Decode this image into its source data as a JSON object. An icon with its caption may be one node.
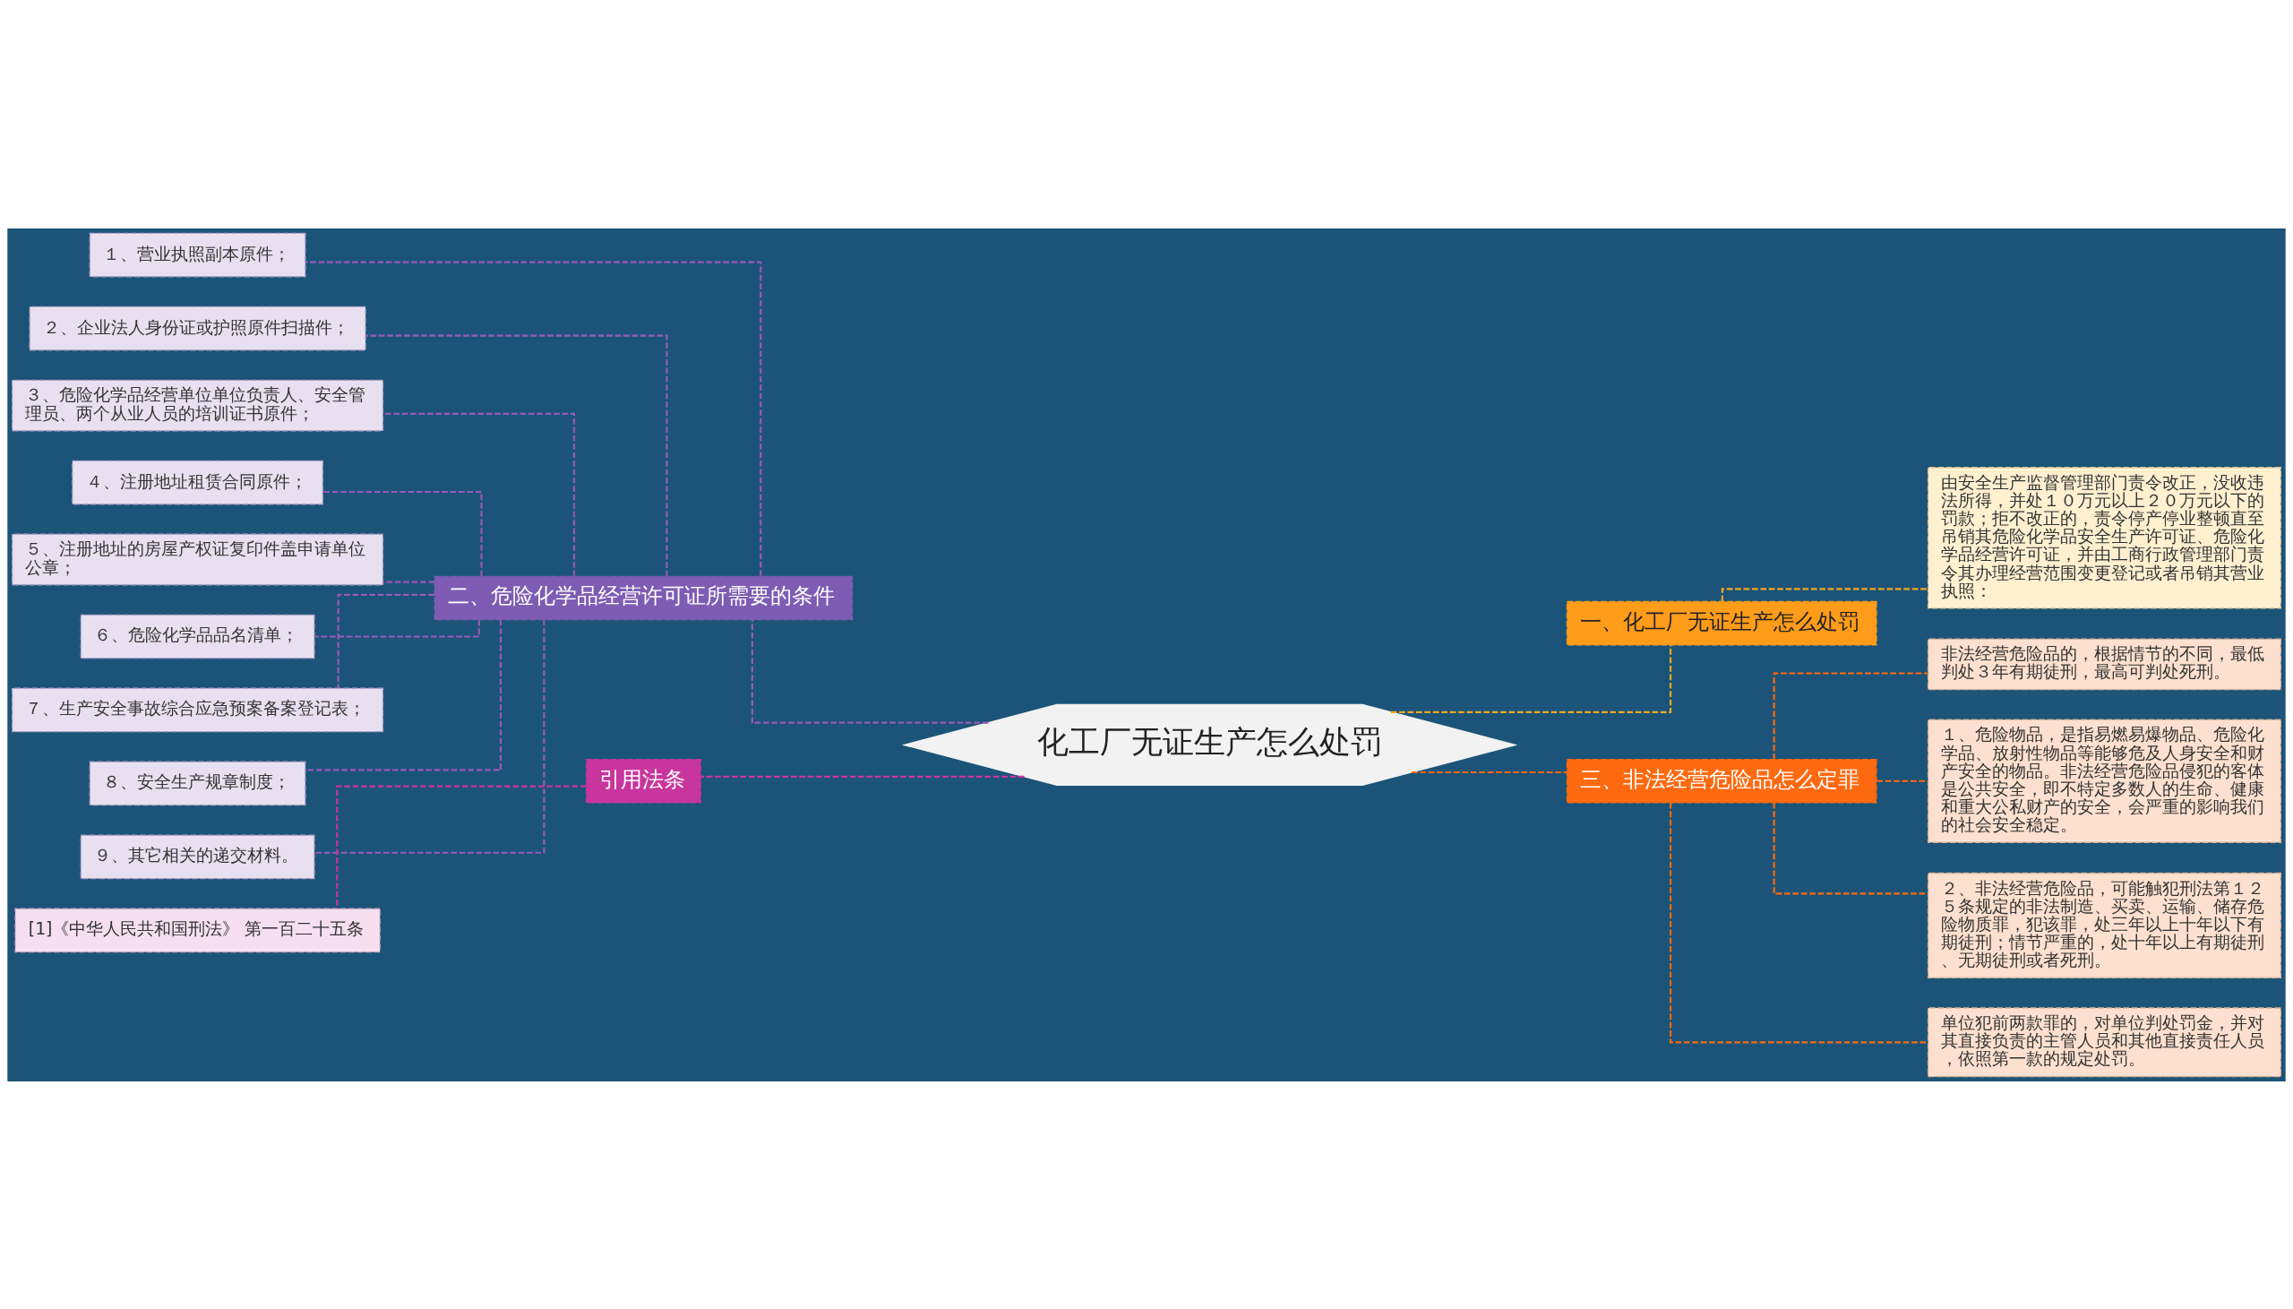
{
  "diagram": {
    "nodes": [
      {
        "text": [
          "化工厂无证生产怎么处罚"
        ]
      },
      {
        "text": [
          "一、化工厂无证生产怎么处罚"
        ]
      },
      {
        "text": [
          "由安全生产监督管理部门责令改正，没收违法所得，并处１０万元以上２０万元以下的罚款；拒不改正的，责令停产停业整顿直至吊销其危险化学品安全生产许可证、危险化学品经营许可证，并由工商行政管理部门责令其办理经营范围变更登记或者吊销其营业执照："
        ]
      },
      {
        "text": [
          "三、非法经营危险品怎么定罪"
        ]
      },
      {
        "text": [
          "非法经营危险品的，根据情节的不同，最低判处３年有期徒刑，最高可判处死刑。"
        ]
      },
      {
        "text": [
          "１、危险物品，是指易燃易爆物品、危险化学品、放射性物品等能够危及人身安全和财产安全的物品。非法经营危险品侵犯的客体是公共安全，即不特定多数人的生命、健康和重大公私财产的安全，会严重的影响我们的社会安全稳定。"
        ]
      },
      {
        "text": [
          "２、非法经营危险品，可能触犯刑法第１２５条规定的非法制造、买卖、运输、储存危险物质罪，犯该罪，处三年以上十年以下有期徒刑；情节严重的，处十年以上有期徒刑、无期徒刑或者死刑。"
        ]
      },
      {
        "text": [
          "单位犯前两款罪的，对单位判处罚金，并对其直接负责的主管人员和其他直接责任人员，依照第一款的规定处罚。"
        ]
      },
      {
        "text": [
          "二、危险化学品经营许可证所需要的条件"
        ]
      },
      {
        "text": [
          "１、营业执照副本原件；"
        ]
      },
      {
        "text": [
          "２、企业法人身份证或护照原件扫描件；"
        ]
      },
      {
        "text": [
          "３、危险化学品经营单位单位负责人、安全管理员、两个从业人员的培训证书原件；"
        ]
      },
      {
        "text": [
          "４、注册地址租赁合同原件；"
        ]
      },
      {
        "text": [
          "５、注册地址的房屋产权证复印件盖申请单位公章；"
        ]
      },
      {
        "text": [
          "６、危险化学品品名清单；"
        ]
      },
      {
        "text": [
          "７、生产安全事故综合应急预案备案登记表；"
        ]
      },
      {
        "text": [
          "８、安全生产规章制度；"
        ]
      },
      {
        "text": [
          "９、其它相关的递交材料。"
        ]
      },
      {
        "text": [
          "引用法条"
        ]
      },
      {
        "text": [
          "[1]《中华人民共和国刑法》 第一百二十五条"
        ]
      }
    ],
    "edges": [
      {
        "from": 0,
        "to": 1,
        "arrow": "none",
        "color": "#f5a623"
      },
      {
        "from": 1,
        "to": 2,
        "arrow": "none",
        "color": "#f5a623"
      },
      {
        "from": 0,
        "to": 3,
        "arrow": "none",
        "color": "#ff6a10"
      },
      {
        "from": 3,
        "to": 4,
        "arrow": "none",
        "color": "#ff6a10"
      },
      {
        "from": 3,
        "to": 5,
        "arrow": "none",
        "color": "#ff6a10"
      },
      {
        "from": 3,
        "to": 6,
        "arrow": "none",
        "color": "#ff6a10"
      },
      {
        "from": 3,
        "to": 7,
        "arrow": "none",
        "color": "#ff6a10"
      },
      {
        "from": 0,
        "to": 8,
        "arrow": "none"
      },
      {
        "from": 8,
        "to": 9,
        "arrow": "none"
      },
      {
        "from": 8,
        "to": 10,
        "arrow": "none"
      },
      {
        "from": 8,
        "to": 11,
        "arrow": "none"
      },
      {
        "from": 8,
        "to": 12,
        "arrow": "none"
      },
      {
        "from": 8,
        "to": 13,
        "arrow": "none"
      },
      {
        "from": 8,
        "to": 14,
        "arrow": "none"
      },
      {
        "from": 8,
        "to": 15,
        "arrow": "none"
      },
      {
        "from": 8,
        "to": 16,
        "arrow": "none"
      },
      {
        "from": 8,
        "to": 17,
        "arrow": "none"
      },
      {
        "from": 0,
        "to": 18,
        "arrow": "none",
        "color": "#c8359c"
      },
      {
        "from": 18,
        "to": 19,
        "arrow": "none",
        "color": "#c8359c"
      }
    ]
  }
}
